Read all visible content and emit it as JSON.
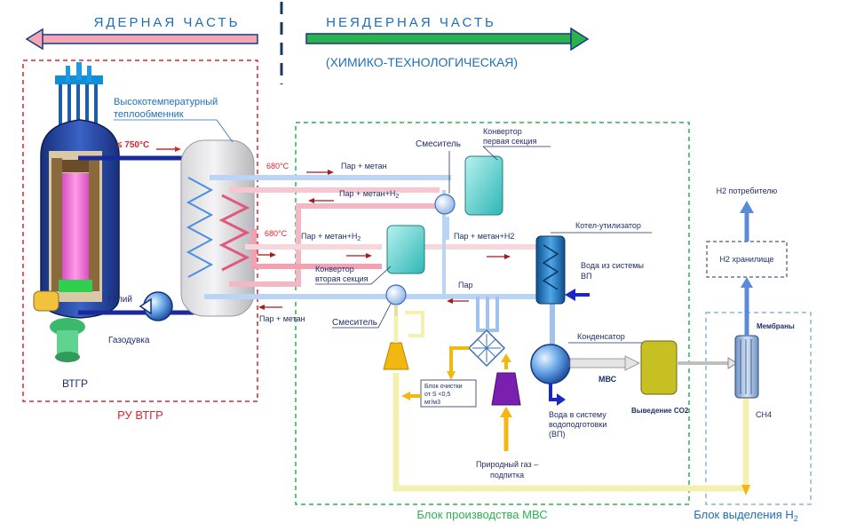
{
  "header": {
    "nuclear_part": "ЯДЕРНАЯ ЧАСТЬ",
    "non_nuclear_part": "НЕЯДЕРНАЯ ЧАСТЬ",
    "non_nuclear_sub": "(ХИМИКО-ТЕХНОЛОГИЧЕСКАЯ)"
  },
  "reactor": {
    "label": "ВТГР",
    "block_label": "РУ ВТГР",
    "helium": "Гелий",
    "blower": "Газодувка",
    "temp_750": "≤ 750°С",
    "hx_title_1": "Высокотемпературный",
    "hx_title_2": "теплообменник"
  },
  "mvs_block": {
    "title": "Блок производства МВС",
    "temp_top": "680°С",
    "temp_mid": "680°С",
    "steam_methane_1": "Пар + метан",
    "steam_methane_h2_1": "Пар + метан+H",
    "steam_methane_h2_2": "Пар + метан+H",
    "steam_methane_h2_3": "Пар + метан+H2",
    "steam_methane_return": "Пар + метан",
    "mixer_1": "Смеситель",
    "mixer_2": "Смеситель",
    "converter_1a": "Конвертор",
    "converter_1b": "первая секция",
    "converter_2a": "Конвертор",
    "converter_2b": "вторая секция",
    "boiler": "Котел-утилизатор",
    "water_in_1": "Вода из системы",
    "water_in_2": "ВП",
    "steam": "Пар",
    "condenser": "Конденсатор",
    "mvs": "МВС",
    "co2_out": "Выведение  CO2",
    "water_out_1": "Вода в систему",
    "water_out_2": "водоподготовки",
    "water_out_3": "(ВП)",
    "s_block_1": "Блок очистки",
    "s_block_2": "от S <0,5",
    "s_block_3": "мг/м3",
    "gas_1": "Природный газ –",
    "gas_2": "подпитка"
  },
  "h2_block": {
    "title": "Блок выделения H",
    "consumer": "H2 потребителю",
    "storage": "H2  хранилище",
    "membranes": "Мембраны",
    "ch4": "CH4"
  },
  "colors": {
    "nuclear_arrow": "#f4a7b3",
    "non_nuclear_arrow": "#2bb24c",
    "reactor_box": "#d9262e",
    "mvs_box": "#2bb24c",
    "h2_box": "#8ab4dd",
    "primary_loop": "#1a2a9a",
    "hot_pipe": "#f7a3b4",
    "cold_pipe": "#9fc3ec",
    "gas_pipe": "#f2b80f",
    "title_blue": "#1f6fb5"
  }
}
